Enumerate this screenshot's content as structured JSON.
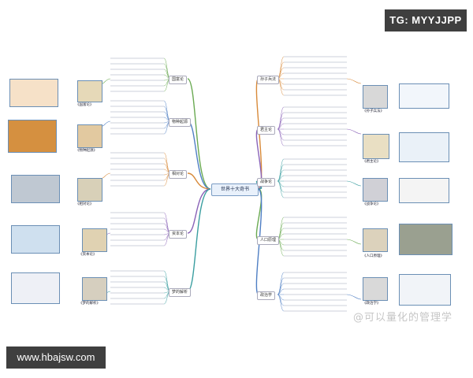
{
  "watermarks": {
    "top_right": "TG: MYYJJPP",
    "bottom_left": "www.hbajsw.com",
    "overlay": "@可以量化的管理学"
  },
  "center_topic": "世界十大奇书",
  "branches": [
    {
      "label": "国富论"
    },
    {
      "label": "物种起源"
    },
    {
      "label": "相对论"
    },
    {
      "label": "资本论"
    },
    {
      "label": "梦的解析"
    },
    {
      "label": "孙子兵法"
    },
    {
      "label": "君主论"
    },
    {
      "label": "战争论"
    },
    {
      "label": "人口原理"
    },
    {
      "label": "政治学"
    }
  ],
  "thumb_captions": [
    {
      "label": "《国富论》"
    },
    {
      "label": "《物种起源》"
    },
    {
      "label": "《相对论》"
    },
    {
      "label": "《资本论》"
    },
    {
      "label": "《梦的解析》"
    },
    {
      "label": "《孙子兵法》"
    },
    {
      "label": "《君主论》"
    },
    {
      "label": "《战争论》"
    },
    {
      "label": "《人口原理》"
    },
    {
      "label": "《政治学》"
    }
  ],
  "colors": {
    "line_green": "#6aaa52",
    "line_blue": "#4f7fc4",
    "line_orange": "#d88a3a",
    "line_purple": "#8a63b8",
    "line_teal": "#3a9ea0",
    "node_border": "#9aa6b8"
  }
}
